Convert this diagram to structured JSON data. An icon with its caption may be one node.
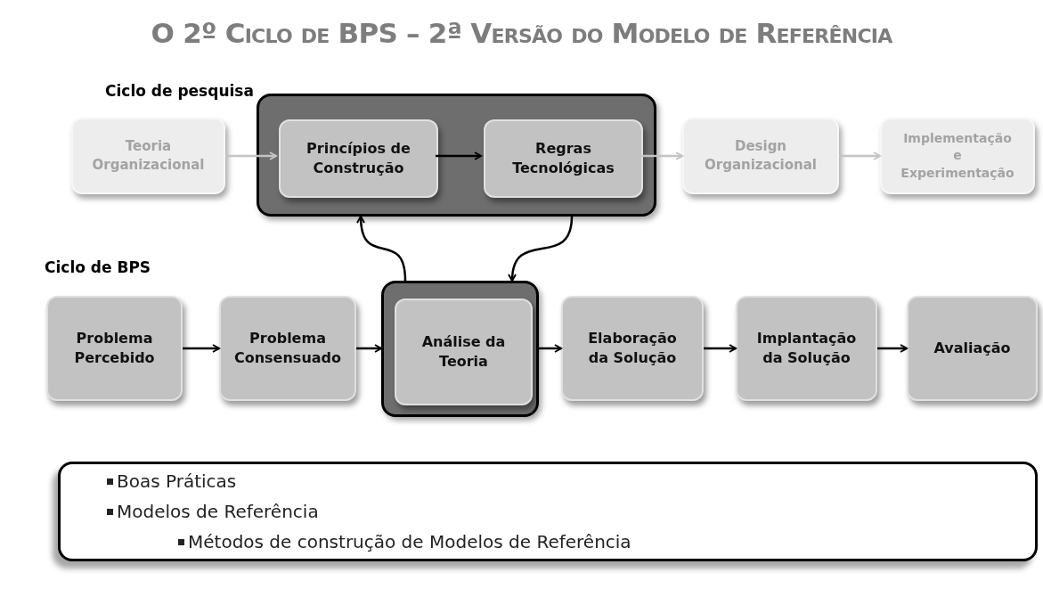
{
  "diagram": {
    "title": "O 2º Ciclo de BPS – 2ª Versão do Modelo de Referência",
    "nodes": [
      {
        "text": [
          "Teoria Organizacional"
        ]
      },
      {
        "text": [],
        "shape": "box"
      },
      {
        "text": [
          "Princípios de Construção"
        ],
        "in": 1
      },
      {
        "text": [
          "Regras Tecnológicas"
        ],
        "in": 1
      },
      {
        "text": [
          "Design Organizacional"
        ]
      },
      {
        "text": [
          "Implementação e Experimentação"
        ]
      },
      {
        "text": [
          "Problema Percebido"
        ]
      },
      {
        "text": [
          "Problema Consensuado"
        ]
      },
      {
        "text": [],
        "shape": "box"
      },
      {
        "text": [
          "Análise da Teoria"
        ],
        "in": 8
      },
      {
        "text": [
          "Elaboração da Solução"
        ]
      },
      {
        "text": [
          "Implantação da Solução"
        ]
      },
      {
        "text": [
          "Avaliação"
        ]
      },
      {
        "text": [
          "Boas Práticas",
          "Modelos de Referência",
          "Métodos de construção de Modelos de Referência"
        ]
      }
    ],
    "edges": [
      {
        "from": 0,
        "to": 2,
        "arrow": "to",
        "color": "#c4c4c4"
      },
      {
        "from": 2,
        "to": 3,
        "arrow": "to"
      },
      {
        "from": 3,
        "to": 4,
        "arrow": "to",
        "color": "#c4c4c4"
      },
      {
        "from": 4,
        "to": 5,
        "arrow": "to",
        "color": "#c4c4c4"
      },
      {
        "from": 8,
        "to": 1,
        "arrow": "to"
      },
      {
        "from": 1,
        "to": 8,
        "arrow": "to"
      },
      {
        "from": 6,
        "to": 7,
        "arrow": "to"
      },
      {
        "from": 7,
        "to": 8,
        "arrow": "to"
      },
      {
        "from": 8,
        "to": 10,
        "arrow": "to"
      },
      {
        "from": 10,
        "to": 11,
        "arrow": "to"
      },
      {
        "from": 11,
        "to": 12,
        "arrow": "to"
      }
    ],
    "labels": [
      "Ciclo de pesquisa",
      "Ciclo de BPS"
    ]
  }
}
